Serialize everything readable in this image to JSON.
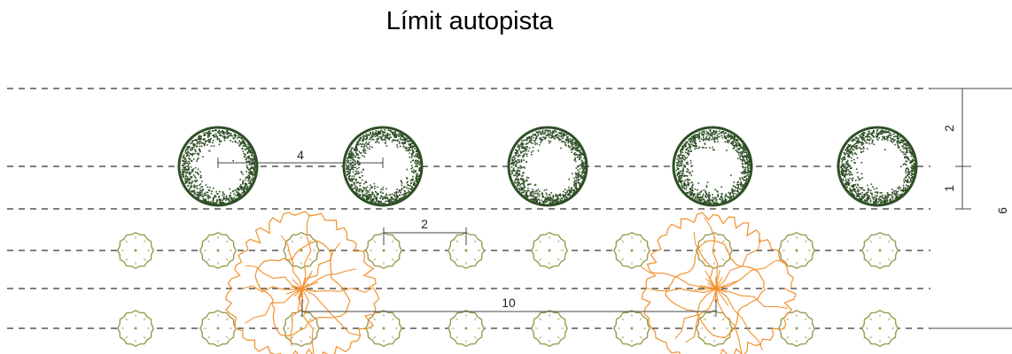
{
  "title": "Límit autopista",
  "colors": {
    "dark_tree": "#2f4f26",
    "small_shrub": "#9a9a50",
    "large_tree": "#f0902a",
    "guide_line": "#333333"
  },
  "dimensions": {
    "dark_tree_spacing": "4",
    "shrub_spacing": "2",
    "large_tree_spacing": "10",
    "top_offset": "2",
    "row_offset": "1",
    "total_width": "6"
  },
  "elements": {
    "dark_trees_count": 5,
    "shrub_rows": 2,
    "shrubs_per_row": 10,
    "large_trees_count": 2
  }
}
